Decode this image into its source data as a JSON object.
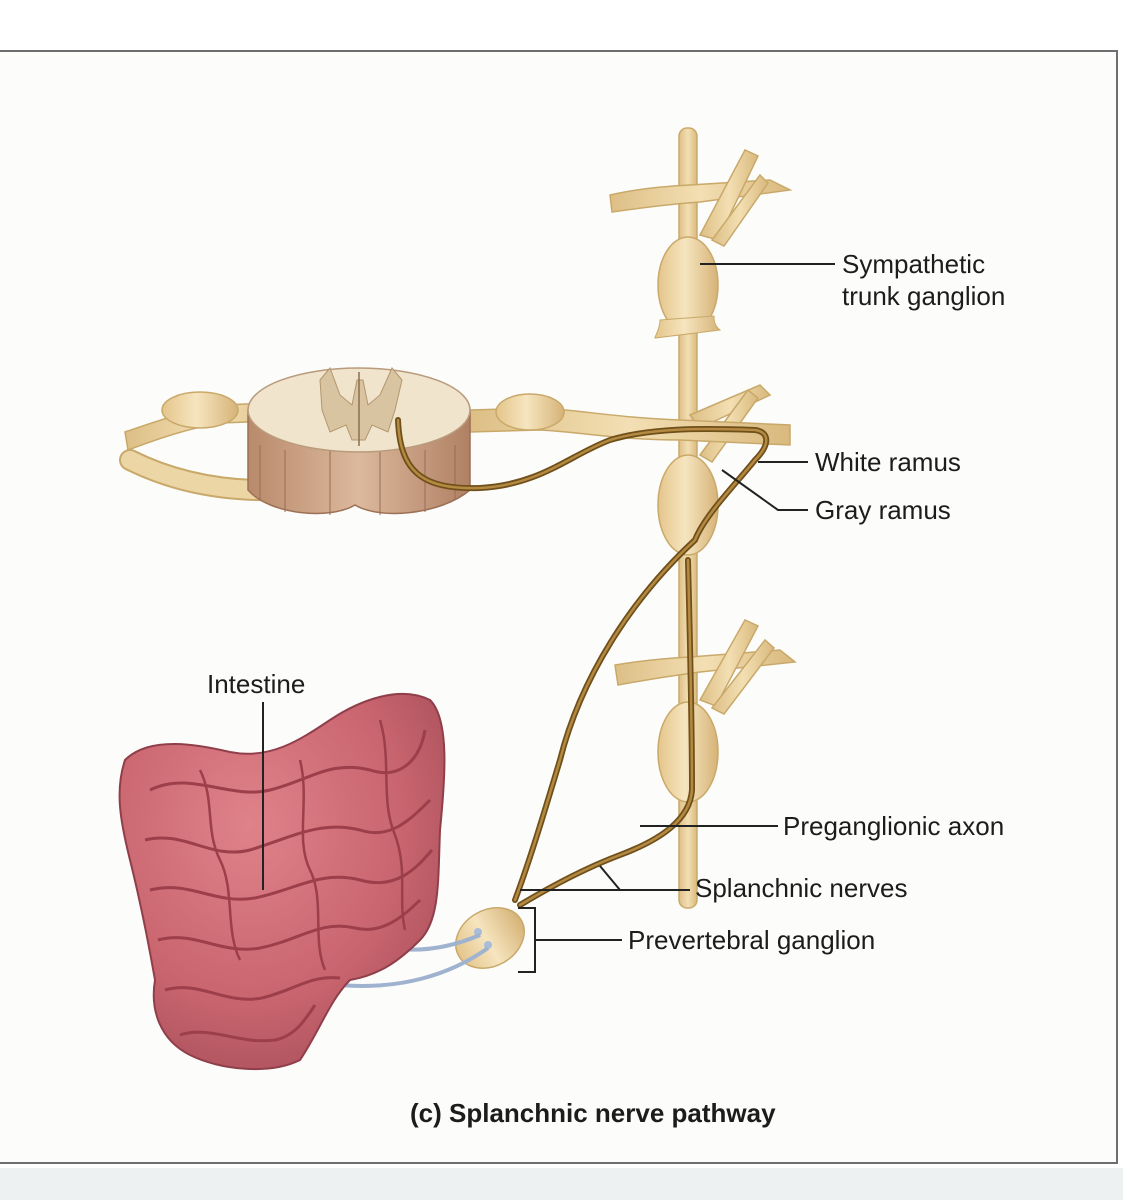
{
  "labels": {
    "sympathetic_trunk_ganglion": [
      "Sympathetic",
      "trunk ganglion"
    ],
    "white_ramus": "White ramus",
    "gray_ramus": "Gray ramus",
    "intestine": "Intestine",
    "preganglionic_axon": "Preganglionic axon",
    "splanchnic_nerves": "Splanchnic nerves",
    "prevertebral_ganglion": "Prevertebral ganglion"
  },
  "caption": "(c) Splanchnic nerve pathway",
  "colors": {
    "nerve": "#e8cf9a",
    "nerve_outline": "#c9a96a",
    "axon": "#8a6424",
    "intestine": "#c8646e",
    "intestine_dark": "#9c3f4a",
    "postganglionic": "#a9bcd8",
    "spinal_cord_body": "#c9a48a",
    "leader_line": "#222222"
  }
}
